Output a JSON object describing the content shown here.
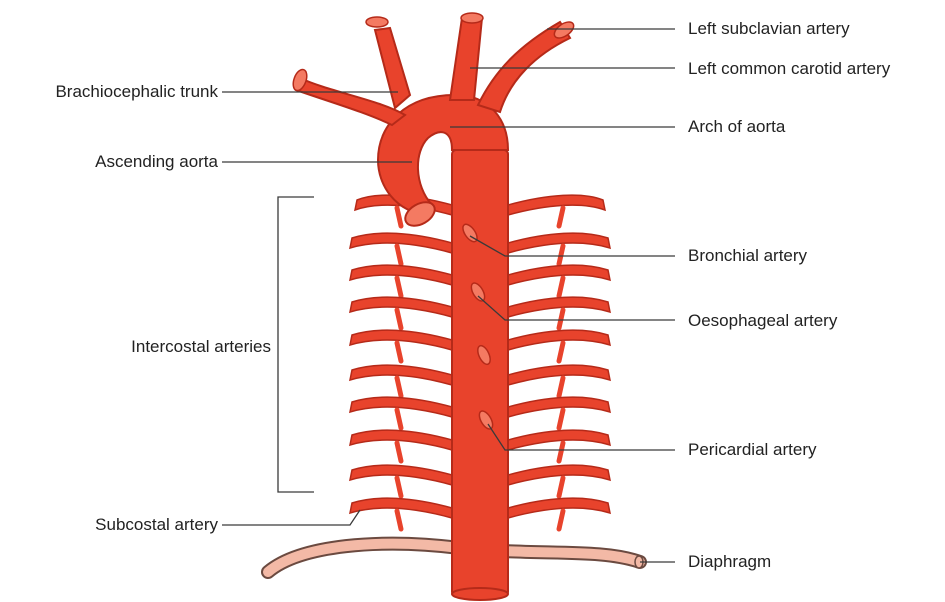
{
  "colors": {
    "artery": "#e8432c",
    "artery_edge": "#b52a19",
    "artery_highlight": "#f47a62",
    "diaphragm": "#f3b9a6",
    "diaphragm_edge": "#6b4a40",
    "leader_line": "#3a3a3a",
    "text": "#222222"
  },
  "labels": {
    "left_subclavian": "Left subclavian artery",
    "left_common_carotid": "Left common carotid artery",
    "brachiocephalic": "Brachiocephalic trunk",
    "arch_of_aorta": "Arch of aorta",
    "ascending_aorta": "Ascending aorta",
    "bronchial": "Bronchial artery",
    "intercostal": "Intercostal arteries",
    "oesophageal": "Oesophageal artery",
    "pericardial": "Pericardial artery",
    "subcostal": "Subcostal artery",
    "diaphragm": "Diaphragm"
  }
}
